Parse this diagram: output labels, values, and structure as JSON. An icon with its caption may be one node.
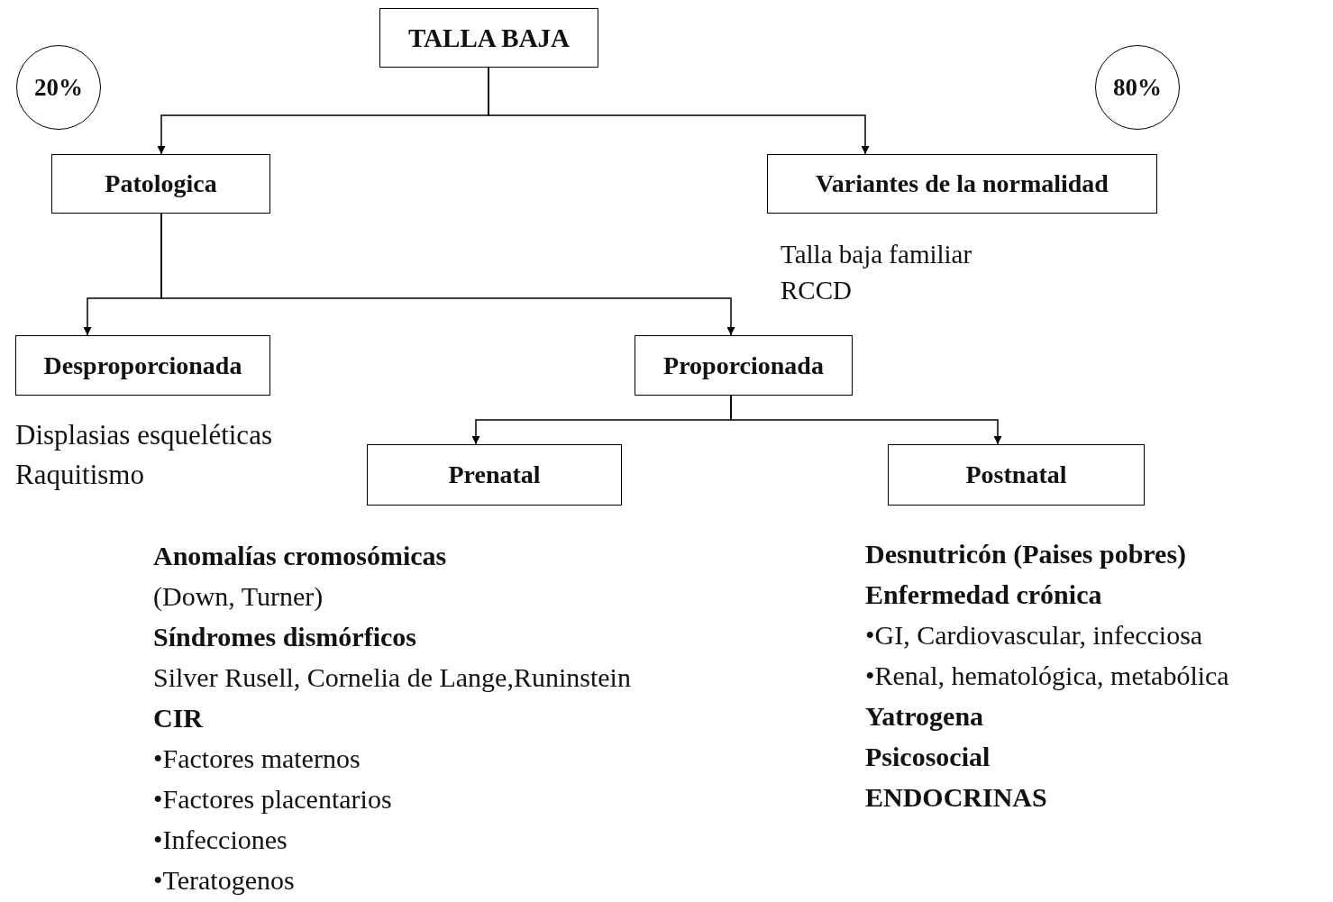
{
  "diagram": {
    "nodes": [
      {
        "text": [
          "TALLA BAJA"
        ]
      },
      {
        "text": [
          "20%"
        ]
      },
      {
        "text": [
          "80%"
        ]
      },
      {
        "text": [
          "Patologica"
        ]
      },
      {
        "text": [
          "Variantes de la normalidad"
        ],
        "beside": [
          "Talla baja familiar",
          "RCCD"
        ]
      },
      {
        "text": [
          "Desproporcionada"
        ],
        "beside": [
          "Displasias esqueléticas",
          "Raquitismo"
        ]
      },
      {
        "text": [
          "Proporcionada"
        ]
      },
      {
        "text": [
          "Prenatal"
        ],
        "beside": [
          "**Anomalías cromosómicas**",
          "(Down, Turner)",
          "**Síndromes dismórficos**",
          "Silver Rusell, Cornelia de Lange,Runinstein",
          "**CIR**",
          "•Factores maternos",
          "•Factores placentarios",
          "•Infecciones",
          "•Teratogenos"
        ]
      },
      {
        "text": [
          "Postnatal"
        ],
        "beside": [
          "**Desnutricón (Paises pobres)**",
          "**Enfermedad crónica**",
          "•GI, Cardiovascular, infecciosa",
          "•Renal, hematológica, metabólica",
          "**Yatrogena**",
          "**Psicosocial**",
          "**ENDOCRINAS**"
        ]
      }
    ],
    "edges": [
      {
        "from": 0,
        "to": 3,
        "arrow": "to"
      },
      {
        "from": 0,
        "to": 4,
        "arrow": "to"
      },
      {
        "from": 3,
        "to": 5,
        "arrow": "to"
      },
      {
        "from": 3,
        "to": 6,
        "arrow": "to"
      },
      {
        "from": 6,
        "to": 7,
        "arrow": "to"
      },
      {
        "from": 6,
        "to": 8,
        "arrow": "to"
      }
    ]
  }
}
